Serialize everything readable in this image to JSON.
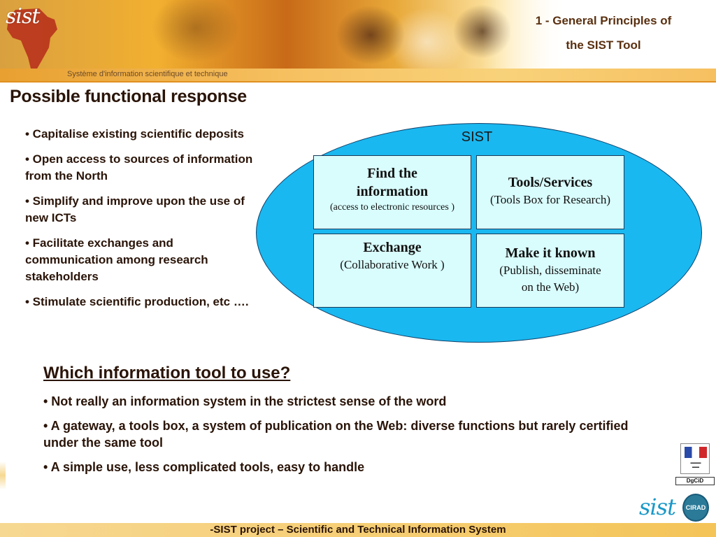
{
  "header": {
    "logo_text": "sist",
    "subtitle": "Système d'information scientifique et technique",
    "title_line1": "1 - General Principles of",
    "title_line2": "the SIST Tool"
  },
  "page_title": "Possible functional response",
  "left_bullets": [
    "• Capitalise existing scientific deposits",
    "• Open access to sources of information from the North",
    "• Simplify and improve upon the use of new ICTs",
    "• Facilitate exchanges and communication among research stakeholders",
    "• Stimulate scientific production, etc …."
  ],
  "diagram": {
    "container_label": "SIST",
    "boxes": {
      "find": {
        "title_line1": "Find the",
        "title_line2": "information",
        "sub": "(access to electronic resources )"
      },
      "tools": {
        "title": "Tools/Services",
        "sub": "(Tools Box for Research)"
      },
      "exchange": {
        "title": "Exchange",
        "sub": "(Collaborative Work )"
      },
      "make": {
        "title": "Make it known",
        "sub_line1": "(Publish, disseminate",
        "sub_line2": "on the Web)"
      }
    },
    "colors": {
      "ellipse": "#1ab8f0",
      "box": "#d9fcfc"
    }
  },
  "lower": {
    "heading": "Which information tool to use?",
    "bullets": [
      "• Not really an information system in the strictest sense of the word",
      "• A gateway, a tools box, a system of publication on the Web: diverse functions but rarely certified under the same tool",
      "• A simple use, less complicated tools, easy to handle"
    ]
  },
  "logos": {
    "sist_bottom": "sist",
    "cirad": "CIRAD",
    "mae": "DgCiD"
  },
  "footer": {
    "text": "-SIST project – Scientific and Technical Information System"
  }
}
